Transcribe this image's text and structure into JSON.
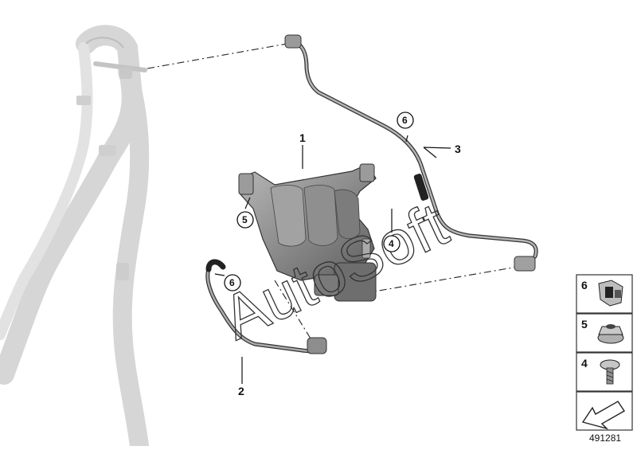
{
  "diagram": {
    "watermark": "AutoSoft",
    "document_number": "491281",
    "part_labels": [
      {
        "id": "part-1",
        "text": "1"
      },
      {
        "id": "part-2",
        "text": "2"
      },
      {
        "id": "part-3",
        "text": "3"
      },
      {
        "id": "part-4",
        "text": "4"
      },
      {
        "id": "part-5",
        "text": "5"
      },
      {
        "id": "part-6-top",
        "text": "6"
      },
      {
        "id": "part-6-bottom",
        "text": "6"
      }
    ],
    "side_panel": [
      {
        "id": "clip",
        "text": "6"
      },
      {
        "id": "nut",
        "text": "5"
      },
      {
        "id": "bolt",
        "text": "4"
      }
    ],
    "colors": {
      "background": "#ffffff",
      "ghost_parts": "#d9d9d9",
      "canister": "#8a8a8a",
      "line": "#111111"
    }
  }
}
